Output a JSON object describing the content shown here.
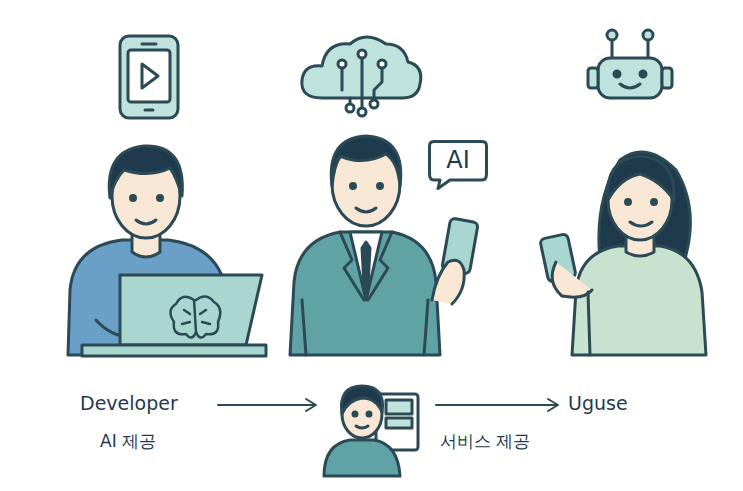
{
  "diagram": {
    "nodes": [
      {
        "text": [
          "AI"
        ]
      }
    ],
    "labels": [
      "Developer",
      "AI 제공",
      "서비스 제공",
      "Uguse"
    ]
  }
}
